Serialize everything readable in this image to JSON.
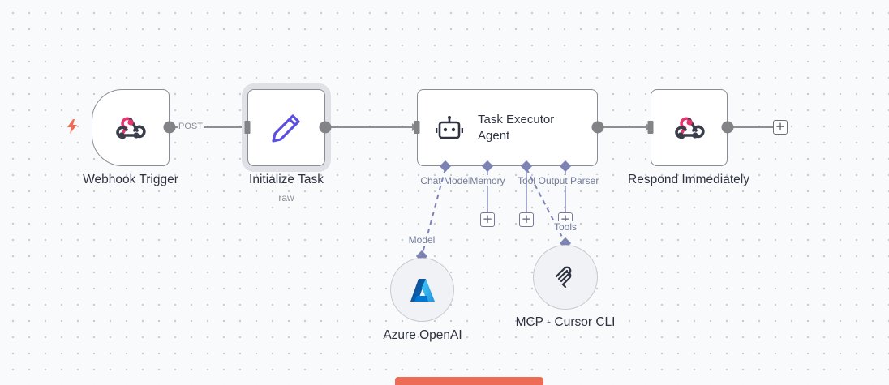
{
  "nodes": {
    "webhook_trigger": {
      "label": "Webhook Trigger",
      "icon": "webhook-icon"
    },
    "initialize_task": {
      "label": "Initialize Task",
      "sublabel": "raw",
      "icon": "pencil-icon"
    },
    "agent": {
      "title": "Task Executor Agent",
      "icon": "robot-icon"
    },
    "respond": {
      "label": "Respond Immediately",
      "icon": "webhook-icon"
    },
    "azure": {
      "label": "Azure OpenAI",
      "icon": "azure-logo"
    },
    "mcp": {
      "label": "MCP - Cursor CLI",
      "icon": "mcp-icon"
    }
  },
  "edges": {
    "trigger_to_init": "POST"
  },
  "agent_ports": {
    "chat_model": "Chat Model",
    "memory": "Memory",
    "tool": "Tool",
    "output_parser": "Output Parser"
  },
  "sub_ports": {
    "model": "Model",
    "tools": "Tools"
  },
  "plus": "+",
  "colors": {
    "webhook_pink": "#e6356f",
    "webhook_dark": "#3a3d4a",
    "pencil_blue": "#5b4fe0",
    "trigger_bolt": "#f26b57",
    "port_diamond": "#7d82b4",
    "azure_blue": "#0f6cbd"
  }
}
